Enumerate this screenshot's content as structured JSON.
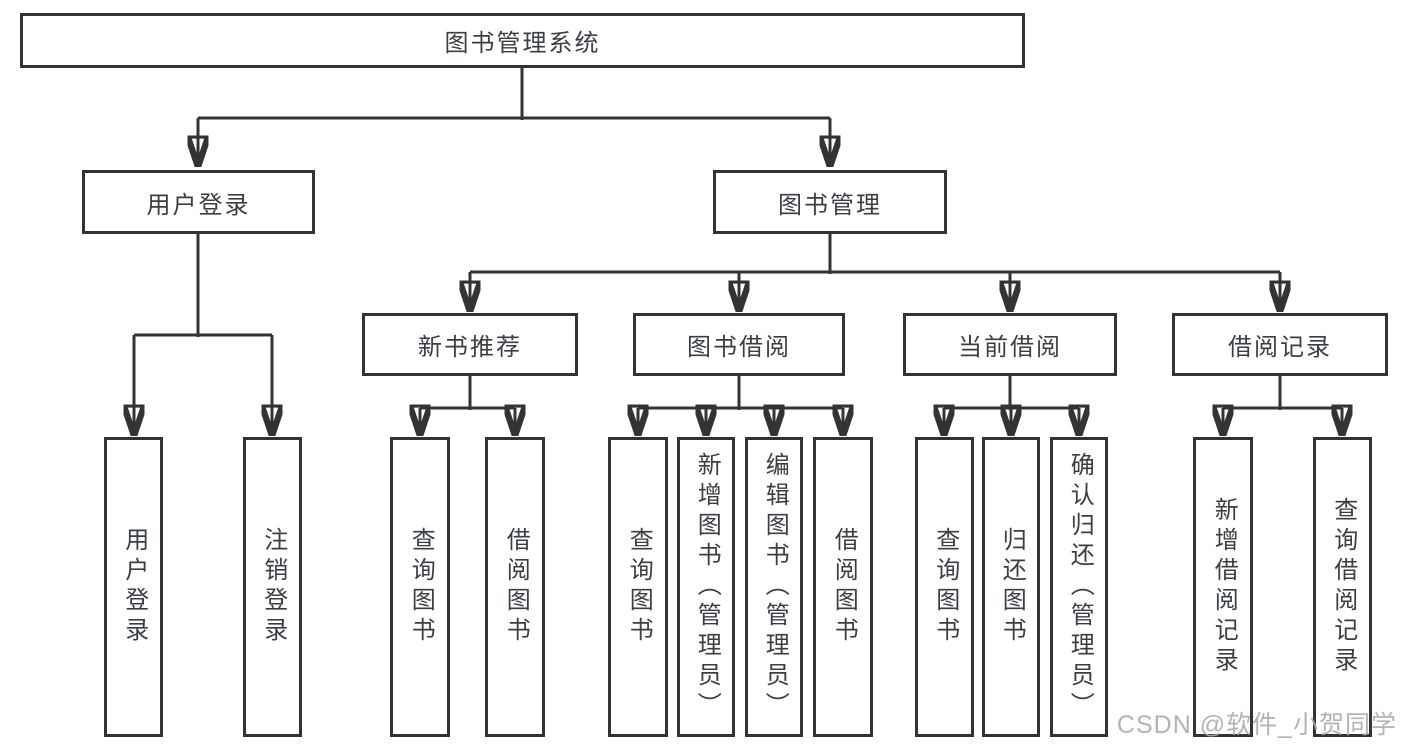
{
  "diagram": {
    "root": {
      "label": "图书管理系统"
    },
    "branches": [
      {
        "label": "用户登录",
        "leaves": [
          {
            "label": "用户登录"
          },
          {
            "label": "注销登录"
          }
        ]
      },
      {
        "label": "图书管理",
        "groups": [
          {
            "label": "新书推荐",
            "leaves": [
              {
                "label": "查询图书"
              },
              {
                "label": "借阅图书"
              }
            ]
          },
          {
            "label": "图书借阅",
            "leaves": [
              {
                "label": "查询图书"
              },
              {
                "label": "新增图书（管理员）"
              },
              {
                "label": "编辑图书（管理员）"
              },
              {
                "label": "借阅图书"
              }
            ]
          },
          {
            "label": "当前借阅",
            "leaves": [
              {
                "label": "查询图书"
              },
              {
                "label": "归还图书"
              },
              {
                "label": "确认归还（管理员）"
              }
            ]
          },
          {
            "label": "借阅记录",
            "leaves": [
              {
                "label": "新增借阅记录"
              },
              {
                "label": "查询借阅记录"
              }
            ]
          }
        ]
      }
    ]
  },
  "watermark": {
    "text": "CSDN @软件_小贺同学"
  },
  "colors": {
    "line": "#333333",
    "text": "#3a3f44",
    "watermark": "#ababab",
    "background": "#ffffff"
  }
}
